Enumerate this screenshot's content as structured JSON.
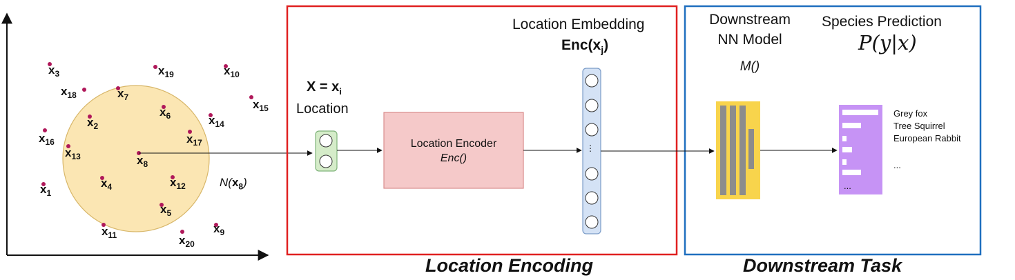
{
  "points": [
    {
      "name": "x",
      "sub": "1"
    },
    {
      "name": "x",
      "sub": "2"
    },
    {
      "name": "x",
      "sub": "3"
    },
    {
      "name": "x",
      "sub": "4"
    },
    {
      "name": "x",
      "sub": "5"
    },
    {
      "name": "x",
      "sub": "6"
    },
    {
      "name": "x",
      "sub": "7"
    },
    {
      "name": "x",
      "sub": "8"
    },
    {
      "name": "x",
      "sub": "9"
    },
    {
      "name": "x",
      "sub": "10"
    },
    {
      "name": "x",
      "sub": "11"
    },
    {
      "name": "x",
      "sub": "12"
    },
    {
      "name": "x",
      "sub": "13"
    },
    {
      "name": "x",
      "sub": "14"
    },
    {
      "name": "x",
      "sub": "15"
    },
    {
      "name": "x",
      "sub": "16"
    },
    {
      "name": "x",
      "sub": "17"
    },
    {
      "name": "x",
      "sub": "18"
    },
    {
      "name": "x",
      "sub": "19"
    },
    {
      "name": "x",
      "sub": "20"
    }
  ],
  "neighborhood": {
    "prefix": "N(",
    "bold": "x",
    "sub": "8",
    "suffix": ")"
  },
  "input": {
    "eq_left": "X = ",
    "eq_var": "x",
    "eq_sub": "i",
    "caption": "Location"
  },
  "encoder": {
    "title": "Location Encoder",
    "func": "Enc()"
  },
  "embedding": {
    "title": "Location Embedding",
    "func_prefix": "Enc(",
    "func_var": "x",
    "func_sub": "j",
    "func_suffix": ")",
    "dots": "⋮"
  },
  "model": {
    "title_line1": "Downstream",
    "title_line2": "NN Model",
    "func": "M()"
  },
  "prediction": {
    "title": "Species Prediction",
    "formula": "P(y|x)",
    "classes": [
      "Grey fox",
      "Tree Squirrel",
      "European Rabbit",
      "..."
    ],
    "list_ellipsis": "..."
  },
  "sections": {
    "left": "Location Encoding",
    "right": "Downstream Task"
  },
  "colors": {
    "red_box": "#e02020",
    "blue_box": "#1f6fbf",
    "circle_fill": "#fbe6b3",
    "circle_stroke": "#d8b76a",
    "point": "#b0185a",
    "input_fill": "#d5ecc9",
    "input_stroke": "#7fb37a",
    "encoder_fill": "#f5c9c9",
    "encoder_stroke": "#d98b8b",
    "embed_fill": "#d4e2f5",
    "embed_stroke": "#7b9cc8",
    "model_fill": "#f8d44c",
    "model_bar": "#8c8c8c",
    "pred_fill": "#c693f5"
  }
}
